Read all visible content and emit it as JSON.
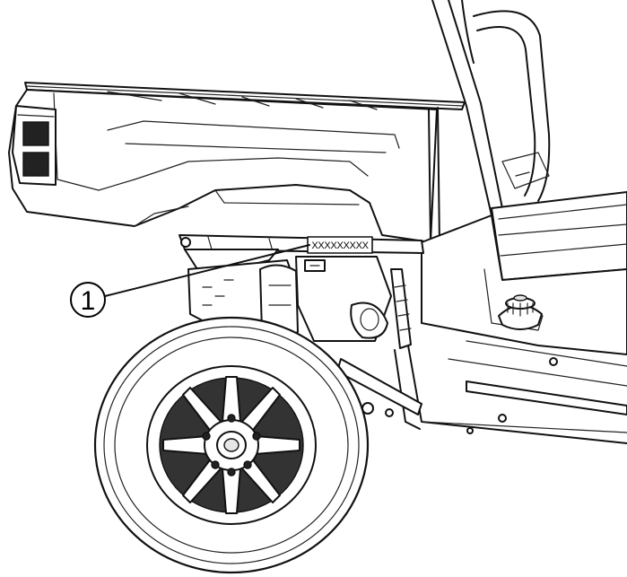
{
  "diagram": {
    "callouts": [
      {
        "number": "1",
        "target": "serial-number-plate"
      }
    ],
    "serial_plate": {
      "text": "XXXXXXXXX"
    },
    "colors": {
      "line": "#111111",
      "background": "#ffffff"
    }
  }
}
